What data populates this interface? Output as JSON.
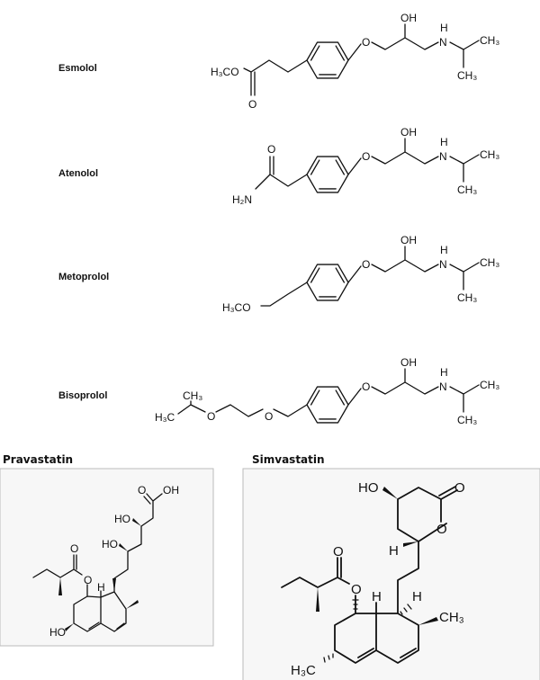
{
  "beta_blockers": [
    {
      "name": "Esmolol",
      "labels": {
        "oh": "OH",
        "o": "O",
        "n": "N",
        "h": "H",
        "ch3a": "CH₃",
        "ch3b": "CH₃",
        "left1": "H₃CO",
        "left2": "O"
      }
    },
    {
      "name": "Atenolol",
      "labels": {
        "oh": "OH",
        "o": "O",
        "n": "N",
        "h": "H",
        "ch3a": "CH₃",
        "ch3b": "CH₃",
        "left1": "H₂N",
        "left2": "O"
      }
    },
    {
      "name": "Metoprolol",
      "labels": {
        "oh": "OH",
        "o": "O",
        "n": "N",
        "h": "H",
        "ch3a": "CH₃",
        "ch3b": "CH₃",
        "left1": "H₃CO"
      }
    },
    {
      "name": "Bisoprolol",
      "labels": {
        "oh": "OH",
        "o": "O",
        "n": "N",
        "h": "H",
        "ch3a": "CH₃",
        "ch3b": "CH₃",
        "left1": "H₃C",
        "left2": "CH₃",
        "left3": "O",
        "left4": "O"
      }
    }
  ],
  "statins": [
    {
      "name": "Pravastatin",
      "labels": {
        "o_acid": "O",
        "oh_acid": "OH",
        "ho1": "HO",
        "ho2": "HO",
        "o_ester_dbl": "O",
        "o_ester": "O",
        "h": "H",
        "ho_ring": "HO"
      }
    },
    {
      "name": "Simvastatin",
      "labels": {
        "ho": "HO",
        "o_lactone_dbl": "O",
        "o_lactone": "O",
        "h_lactone": "H",
        "o_ester_dbl": "O",
        "o_ester": "O",
        "h1": "H",
        "h2": "H",
        "ch3": "CH₃",
        "h3c": "H₃C"
      }
    }
  ]
}
